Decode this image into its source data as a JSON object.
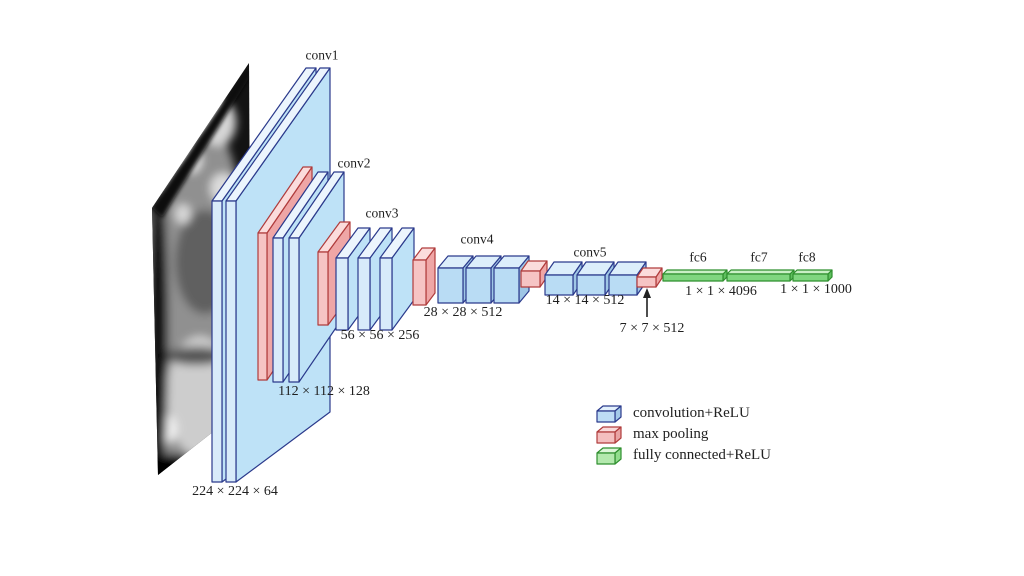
{
  "network": {
    "conv1": {
      "name": "conv1",
      "size": "224 × 224 × 64"
    },
    "conv2": {
      "name": "conv2",
      "size": "112 × 112 × 128"
    },
    "conv3": {
      "name": "conv3",
      "size": "56 × 56 × 256"
    },
    "conv4": {
      "name": "conv4",
      "size": "28 × 28 × 512"
    },
    "conv5": {
      "name": "conv5",
      "size": "14 × 14 × 512"
    },
    "pool5": {
      "size": "7 × 7 × 512"
    },
    "fc6": {
      "name": "fc6",
      "size": "1 × 1 × 4096"
    },
    "fc7": {
      "name": "fc7"
    },
    "fc8": {
      "name": "fc8",
      "size": "1 × 1 × 1000"
    }
  },
  "legend": {
    "items": [
      {
        "label": "convolution+ReLU",
        "color": "#BDDCF5"
      },
      {
        "label": "max pooling",
        "color": "#F4BFBF"
      },
      {
        "label": "fully connected+ReLU",
        "color": "#B4E9AE"
      }
    ]
  },
  "colors": {
    "convolution": {
      "plate_front": "#D8EBFA",
      "plate_side": "#BEE2F7",
      "plate_top": "#ECF5FD",
      "box_front": "#B9DCF4",
      "box_side": "#9FC6E5",
      "box_top": "#DCEEFB",
      "stroke": "#2B3A8C"
    },
    "pooling": {
      "front": "#F6C4C4",
      "side": "#EFA6A6",
      "top": "#FBDCDC",
      "stroke": "#B03C3C"
    },
    "fully_connected": {
      "front": "#7FD67F",
      "side": "#5FBF5F",
      "top": "#C9EFC5",
      "stroke": "#2F8F2F"
    }
  }
}
